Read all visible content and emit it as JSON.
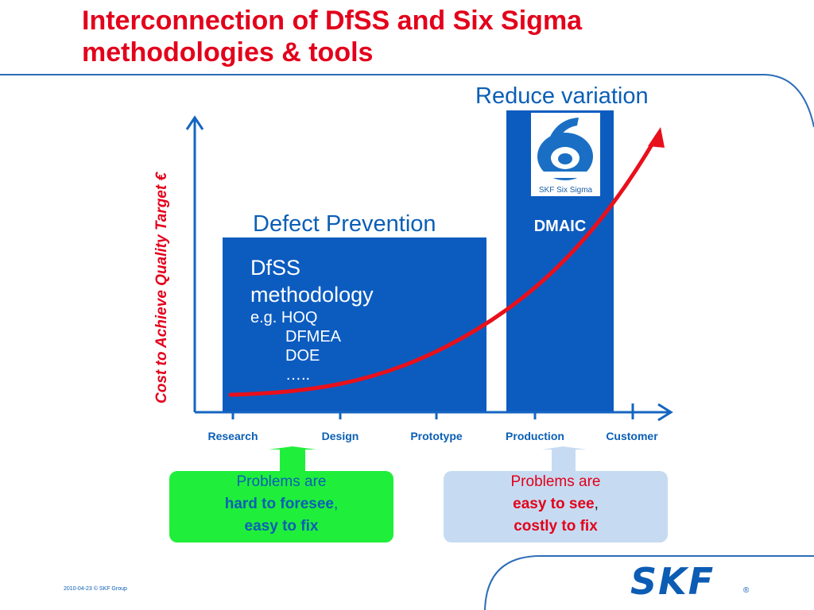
{
  "title": {
    "line1": "Interconnection of DfSS and Six Sigma",
    "line2": "methodologies & tools"
  },
  "y_axis_label": "Cost to Achieve Quality Target   €",
  "reduce_variation_label": "Reduce variation",
  "defect_prevention_label": "Defect Prevention",
  "dfss_box": {
    "title_line1": "DfSS",
    "title_line2": "methodology",
    "tools": [
      "e.g. HOQ",
      "DFMEA",
      "DOE",
      "….."
    ]
  },
  "dmaic_box": {
    "label": "DMAIC",
    "logo_caption": "SKF Six Sigma",
    "logo_icon": "six-sigma-logo-icon"
  },
  "x_axis": {
    "stages": [
      "Research",
      "Design",
      "Prototype",
      "Production",
      "Customer"
    ]
  },
  "problem_boxes": {
    "left": {
      "line1": "Problems are",
      "line2_bold": "hard to foresee",
      "line2_tail": ",",
      "line3_bold": "easy to fix"
    },
    "right": {
      "line1": "Problems are",
      "line2_bold": "easy to see",
      "line2_tail": ",",
      "line3_bold": "costly to fix"
    }
  },
  "footer": "2010-04-23 © SKF Group",
  "brand": {
    "logo_text": "SKF",
    "reg_mark": "®"
  },
  "colors": {
    "title_red": "#e3001b",
    "brand_blue": "#0b5fb6",
    "box_blue": "#0c5cc0",
    "curve_red": "#e8101b",
    "green_box": "#1fef3a",
    "lightblue_box": "#c6dbf1"
  }
}
